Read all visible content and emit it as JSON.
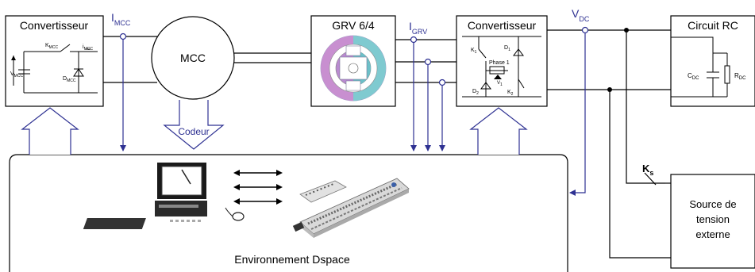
{
  "colors": {
    "line": "#000000",
    "signal": "#2e3192",
    "arrow_outline": "#2e3192",
    "motor_magenta": "#b070c0",
    "motor_teal": "#4ab0b8"
  },
  "blocks": {
    "converter_left": {
      "title": "Convertisseur",
      "v_label": "V",
      "v_sub": "MCC",
      "k_label": "K",
      "k_sub": "MCC",
      "d_label": "D",
      "d_sub": "MCC",
      "i_label": "i",
      "i_sub": "MCC"
    },
    "mcc": {
      "label": "MCC"
    },
    "grv": {
      "title": "GRV 6/4"
    },
    "converter_right": {
      "title": "Convertisseur",
      "phase": "Phase 1",
      "k1": "K",
      "k1_sub": "1",
      "d1": "D",
      "d1_sub": "1",
      "d2": "D",
      "d2_sub": "2",
      "k2": "K",
      "k2_sub": "2",
      "v1": "V",
      "v1_sub": "1"
    },
    "circuit_rc": {
      "title": "Circuit RC",
      "c": "C",
      "c_sub": "DC",
      "r": "R",
      "r_sub": "DC"
    },
    "source": {
      "line1": "Source de",
      "line2": "tension",
      "line3": "externe"
    },
    "dspace": {
      "label": "Environnement Dspace"
    }
  },
  "signals": {
    "i_mcc": {
      "main": "I",
      "sub": "MCC"
    },
    "i_grv": {
      "main": "I",
      "sub": "GRV"
    },
    "v_dc": {
      "main": "V",
      "sub": "DC"
    },
    "ks": {
      "main": "K",
      "sub": "s"
    },
    "codeur": "Codeur"
  },
  "icons": [
    "computer-icon",
    "data-exchange-arrows-icon",
    "dspace-board-icon",
    "motor-cross-section-icon",
    "switch-icon",
    "diode-icon",
    "capacitor-icon",
    "resistor-icon"
  ]
}
